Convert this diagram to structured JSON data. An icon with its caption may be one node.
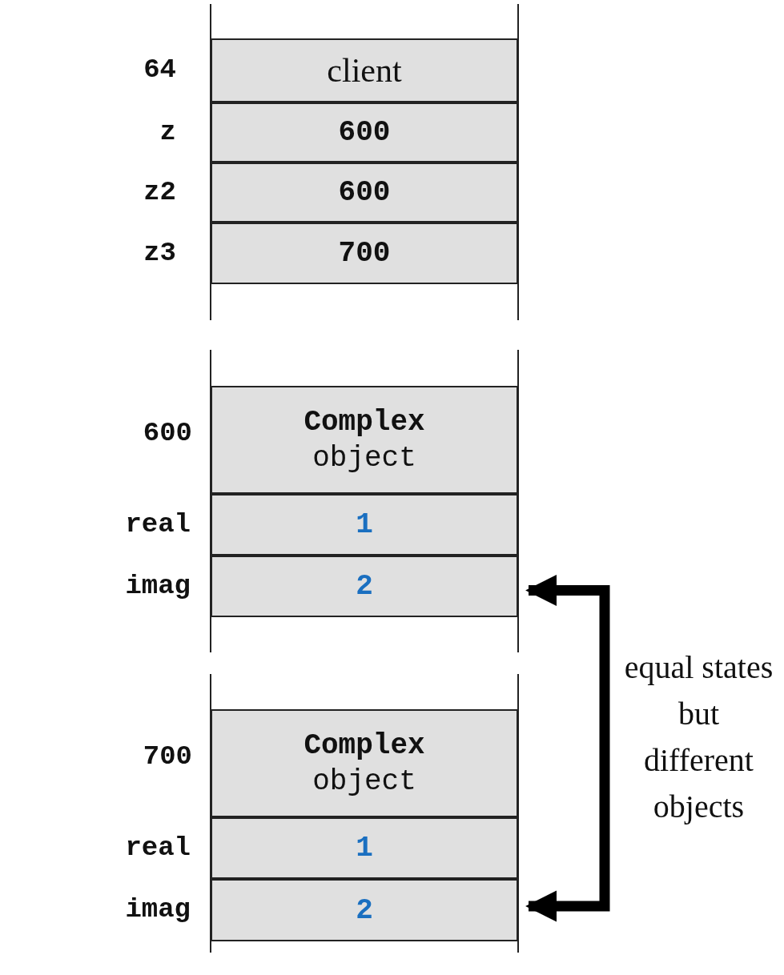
{
  "diagram": {
    "nodes": [
      {
        "text": [
          "client"
        ],
        "beside": [
          "64"
        ]
      },
      {
        "text": [
          "600"
        ],
        "beside": [
          "z"
        ]
      },
      {
        "text": [
          "600"
        ],
        "beside": [
          "z2"
        ]
      },
      {
        "text": [
          "700"
        ],
        "beside": [
          "z3"
        ]
      },
      {
        "text": [
          "Complex",
          "object"
        ],
        "beside": [
          "600"
        ]
      },
      {
        "text": [
          "1"
        ],
        "beside": [
          "real"
        ]
      },
      {
        "text": [
          "2"
        ],
        "beside": [
          "imag"
        ]
      },
      {
        "text": [
          "Complex",
          "object"
        ],
        "beside": [
          "700"
        ]
      },
      {
        "text": [
          "1"
        ],
        "beside": [
          "real"
        ]
      },
      {
        "text": [
          "2"
        ],
        "beside": [
          "imag"
        ]
      }
    ],
    "edges": [
      {
        "from": 6,
        "to": 9,
        "arrow": "both",
        "label": "equal states but different objects"
      }
    ]
  }
}
